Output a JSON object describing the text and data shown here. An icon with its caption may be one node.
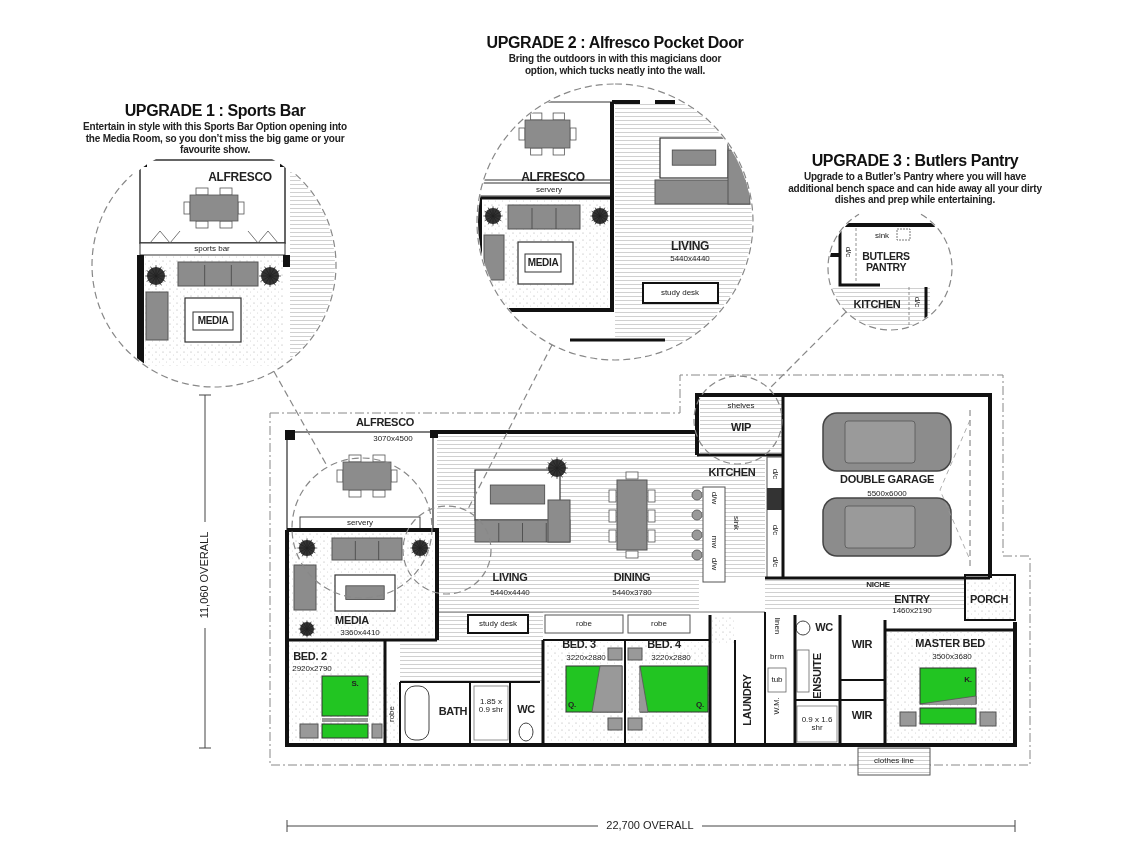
{
  "diagram": {
    "nodes": [
      {
        "text": [
          "UPGRADE 1 : Sports Bar",
          "Entertain in style with this Sports Bar Option opening into the Media Room, so you don’t miss the big game or your favourite show."
        ]
      },
      {
        "text": [
          "UPGRADE 2 : Alfresco Pocket Door",
          "Bring the outdoors in with this magicians door option, which tucks neatly into the wall."
        ]
      },
      {
        "text": [
          "UPGRADE 3 : Butlers Pantry",
          "Upgrade to a Butler’s Pantry where you will have additional bench space and can hide away all your dirty dishes and prep while entertaining."
        ]
      },
      {
        "text": [],
        "shape": "circle"
      },
      {
        "text": [],
        "shape": "circle"
      },
      {
        "text": [],
        "shape": "circle"
      }
    ],
    "edges": [
      {
        "from": 0,
        "to": 3,
        "arrow": "none",
        "style": "dashed"
      },
      {
        "from": 1,
        "to": 4,
        "arrow": "none",
        "style": "dashed"
      },
      {
        "from": 2,
        "to": 5,
        "arrow": "none",
        "style": "dashed"
      }
    ],
    "labels": [
      "ALFRESCO",
      "ALFRESCO",
      "servery",
      "sink",
      "sports bar",
      "LIVING",
      "d/c",
      "MEDIA",
      "5440x4440",
      "BUTLERS PANTRY",
      "study desk",
      "KITCHEN",
      "d/c",
      "MEDIA",
      "shelves",
      "ALFRESCO",
      "WIP",
      "3070x4500",
      "KITCHEN",
      "d/c",
      "DOUBLE GARAGE",
      "d/w",
      "5500x6000",
      "servery",
      "sink",
      "d/c",
      "mw",
      "d/w",
      "d/c",
      "11,060 OVERALL",
      "LIVING",
      "DINING",
      "NICHE",
      "5440x4440",
      "5440x3780",
      "ENTRY",
      "PORCH",
      "1460x2190",
      "MEDIA",
      "3360x4410",
      "study desk",
      "robe",
      "robe",
      "linen",
      "WC",
      "BED. 3",
      "BED. 4",
      "WIR",
      "MASTER BED",
      "BED. 2",
      "3220x2880",
      "3220x2880",
      "brm",
      "3500x3680",
      "2920x2790",
      "S.",
      "tub",
      "ENSUITE",
      "K.",
      "robe",
      "BATH",
      "1.85 x 0.9 shr",
      "WC",
      "Q.",
      "Q.",
      "LAUNDRY",
      "W.M.",
      "WIR",
      "0.9 x 1.6 shr",
      "clothes line",
      "22,700 OVERALL"
    ]
  }
}
